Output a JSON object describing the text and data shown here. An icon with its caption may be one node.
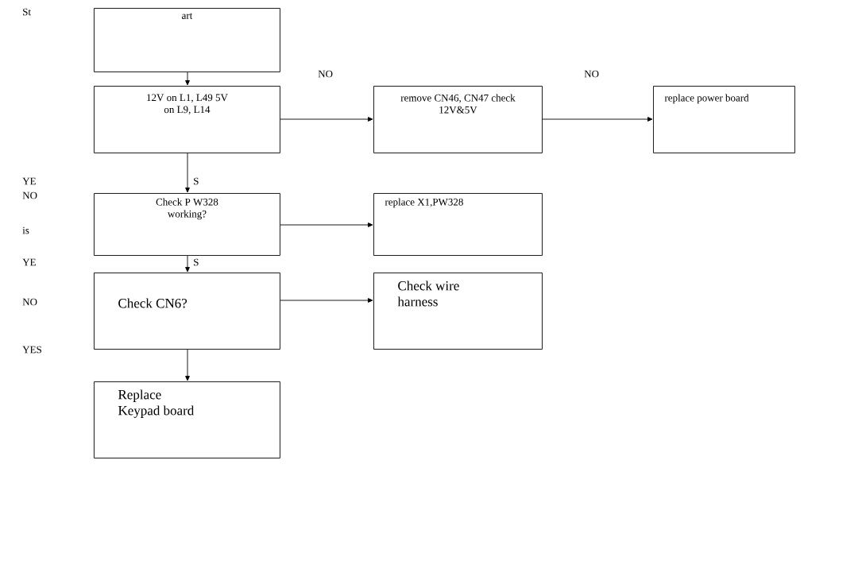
{
  "diagram": {
    "nodes": [
      {
        "text": [
          "art"
        ]
      },
      {
        "text": [
          "12V on L1, L49 5V on L9, L14"
        ]
      },
      {
        "text": [
          "remove CN46, CN47 check 12V&5V"
        ]
      },
      {
        "text": [
          "replace power board"
        ]
      },
      {
        "text": [
          "Check P W328 working?"
        ]
      },
      {
        "text": [
          "replace X1,PW328"
        ]
      },
      {
        "text": [
          "Check CN6?"
        ]
      },
      {
        "text": [
          "Check wire harness"
        ]
      },
      {
        "text": [
          "Replace Keypad board"
        ]
      }
    ],
    "edges": [
      {
        "from": 0,
        "to": 1,
        "arrow": "to"
      },
      {
        "from": 1,
        "to": 2,
        "arrow": "to",
        "label": "NO"
      },
      {
        "from": 2,
        "to": 3,
        "arrow": "to",
        "label": "NO"
      },
      {
        "from": 1,
        "to": 4,
        "arrow": "to",
        "label": "S"
      },
      {
        "from": 4,
        "to": 5,
        "arrow": "to"
      },
      {
        "from": 4,
        "to": 6,
        "arrow": "to",
        "label": "S"
      },
      {
        "from": 6,
        "to": 7,
        "arrow": "to"
      },
      {
        "from": 6,
        "to": 8,
        "arrow": "to"
      }
    ],
    "labels": [
      "St",
      "YE",
      "NO",
      "is",
      "YE",
      "NO",
      "YES"
    ]
  }
}
